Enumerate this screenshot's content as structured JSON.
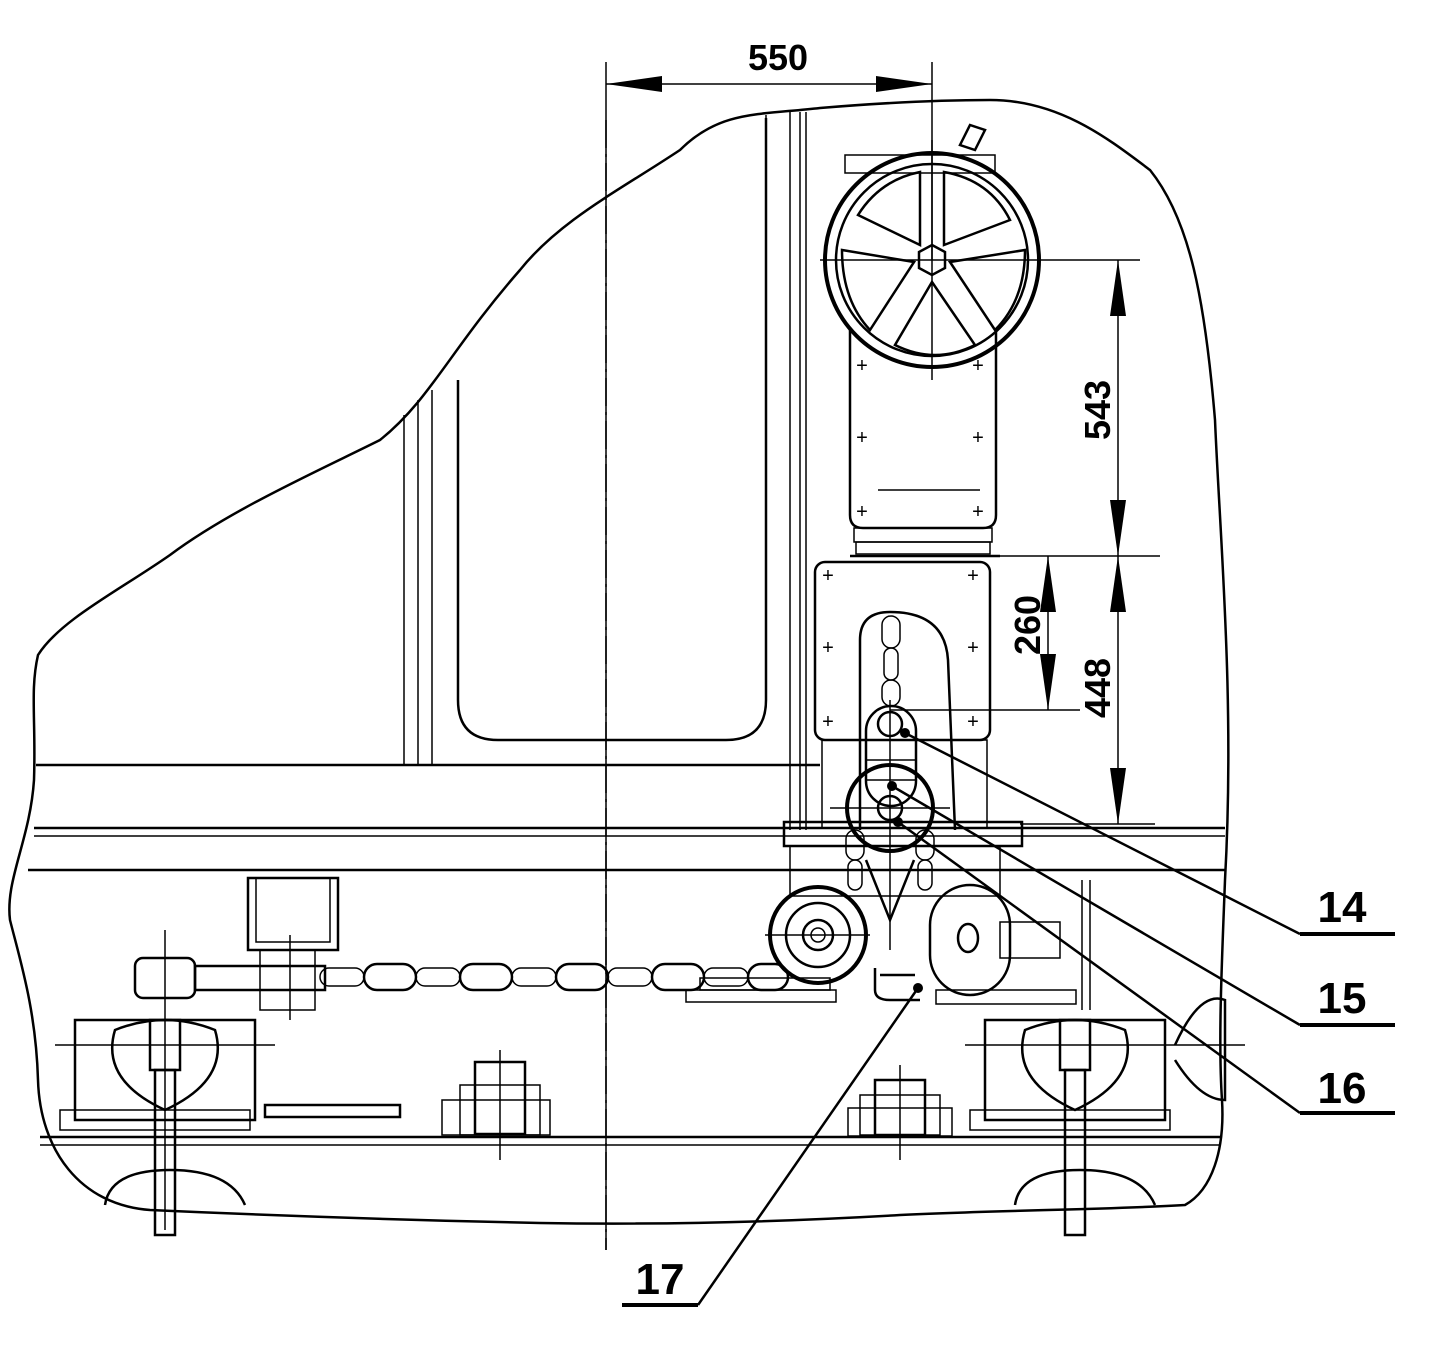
{
  "dimensions": {
    "top_width": "550",
    "right_upper": "543",
    "right_mid": "260",
    "right_lower": "448"
  },
  "callouts": {
    "c14": "14",
    "c15": "15",
    "c16": "16",
    "c17": "17"
  },
  "colors": {
    "ink": "#000000",
    "paper": "#ffffff"
  }
}
